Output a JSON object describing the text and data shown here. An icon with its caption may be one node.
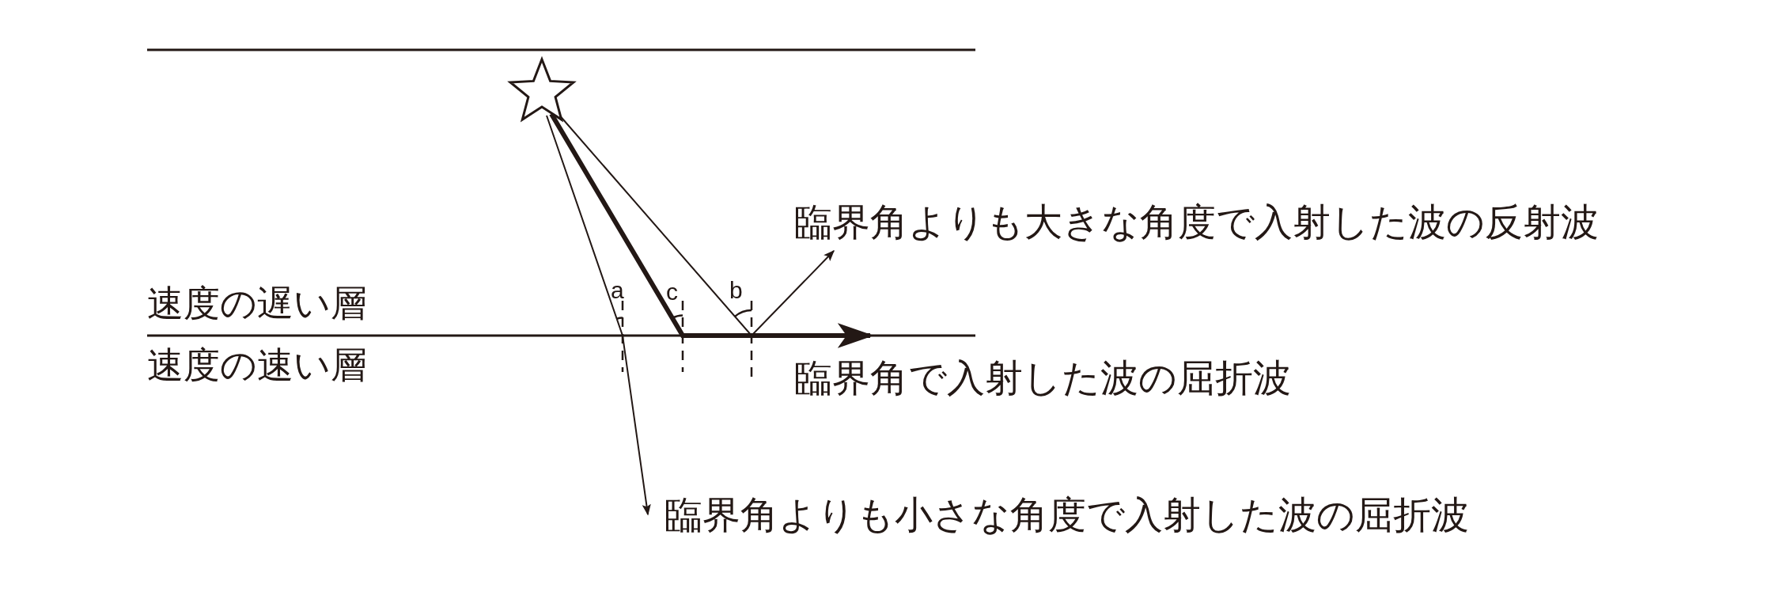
{
  "diagram": {
    "nodes": [
      {
        "text": [],
        "shape": "star"
      },
      {
        "text": [
          "臨界角よりも大きな角度で入射した波の反射波"
        ]
      },
      {
        "text": [
          "臨界角で入射した波の屈折波"
        ]
      },
      {
        "text": [
          "臨界角よりも小さな角度で入射した波の屈折波"
        ]
      }
    ],
    "edges": [
      {
        "from": 0,
        "to": 1,
        "arrow": "to"
      },
      {
        "from": 0,
        "to": 2,
        "arrow": "to",
        "style": "thick"
      },
      {
        "from": 0,
        "to": 3,
        "arrow": "to"
      }
    ],
    "labels": [
      "速度の遅い層",
      "a",
      "c",
      "b",
      "速度の速い層"
    ]
  }
}
